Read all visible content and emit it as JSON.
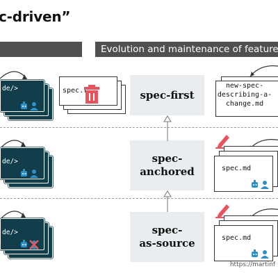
{
  "title": "c-driven”",
  "header_right": "Evolution and maintenance of feature",
  "code_label": "de/>",
  "spec_first": {
    "box_label": "spec-first",
    "left_doc": "spec.r",
    "right_doc": "new-spec-\ndescribing-a-\nchange.md"
  },
  "spec_anchored": {
    "box_label": "spec-\nanchored",
    "doc": "spec.md"
  },
  "spec_as_source": {
    "box_label": "spec-\nas-source",
    "doc": "spec.md"
  },
  "footer": "https://martinf",
  "colors": {
    "card": "#123e4b",
    "accent_red": "#e8545e",
    "icon_blue": "#2f8fc7",
    "spec_box": "#e9edf0",
    "header_bar": "#505050"
  }
}
